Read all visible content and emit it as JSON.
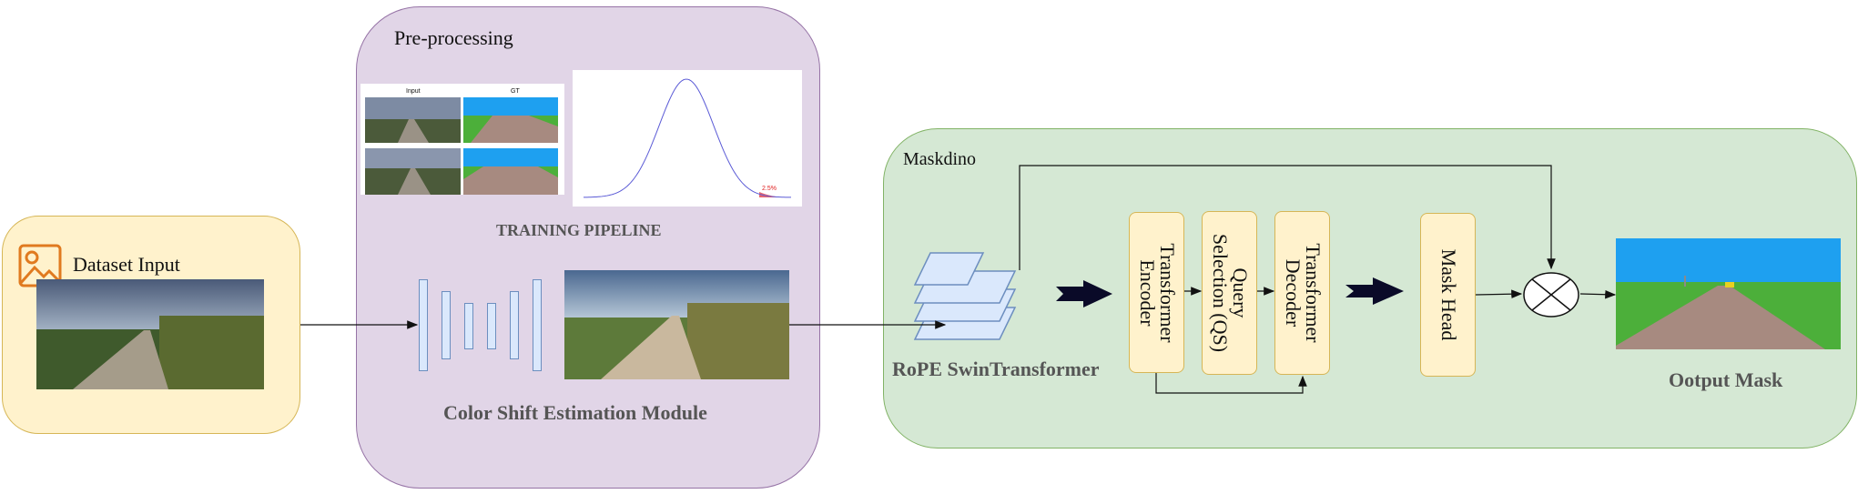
{
  "dataset": {
    "title": "Dataset Input"
  },
  "preprocessing": {
    "title": "Pre-processing",
    "thumb_labels": [
      "Input",
      "GT"
    ],
    "tail_label": "2.5%",
    "training_label": "TRAINING PIPELINE",
    "module_label": "Color Shift Estimation Module"
  },
  "maskdino": {
    "title": "Maskdino",
    "backbone_label": "RoPE SwinTransformer",
    "blocks": [
      "Transformer Encoder",
      "Query Selection (QS)",
      "Transformer Decoder",
      "Mask Head"
    ],
    "output_label": "Ootput Mask"
  },
  "colors": {
    "dataset_fill": "#fff2cc",
    "dataset_stroke": "#d6b656",
    "prep_fill": "#e1d5e7",
    "prep_stroke": "#9673a6",
    "mask_fill": "#d5e8d4",
    "mask_stroke": "#82b366",
    "encoder_fill": "#dae8fc",
    "encoder_stroke": "#6c8ebf",
    "image_icon": "#e07a1f"
  }
}
